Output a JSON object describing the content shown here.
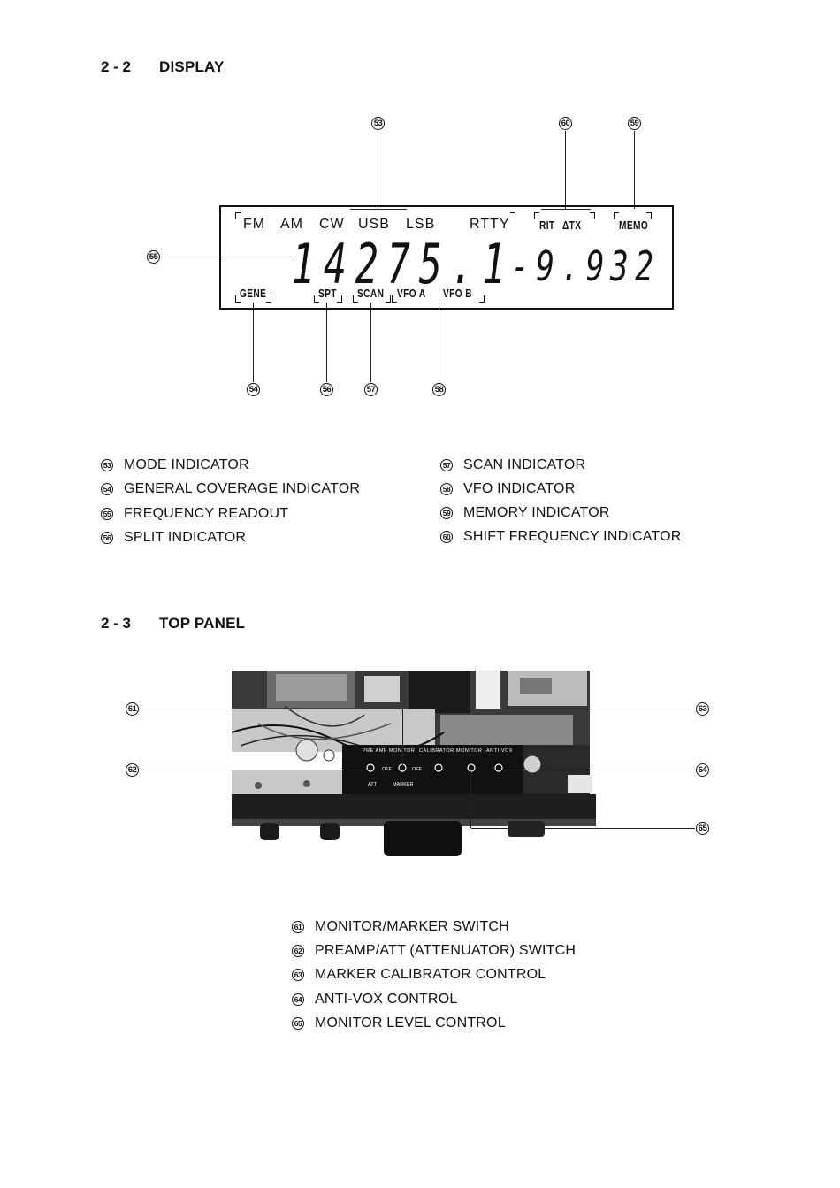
{
  "section_display": {
    "number": "2 - 2",
    "title": "DISPLAY"
  },
  "section_top": {
    "number": "2 - 3",
    "title": "TOP PANEL"
  },
  "lcd": {
    "modes": [
      "FM",
      "AM",
      "CW",
      "USB",
      "LSB",
      "RTTY"
    ],
    "rit": "RIT",
    "dtx": "ΔTX",
    "memo": "MEMO",
    "frequency": "14275.1",
    "shift": "-9.9",
    "channel": "32",
    "gene": "GENE",
    "spt": "SPT",
    "scan": "SCAN",
    "vfo_a": "VFO A",
    "vfo_b": "VFO B"
  },
  "callouts_display": {
    "c53": "53",
    "c54": "54",
    "c55": "55",
    "c56": "56",
    "c57": "57",
    "c58": "58",
    "c59": "59",
    "c60": "60"
  },
  "legend_display": [
    {
      "num": "53",
      "text": "MODE INDICATOR"
    },
    {
      "num": "54",
      "text": "GENERAL COVERAGE INDICATOR"
    },
    {
      "num": "55",
      "text": "FREQUENCY READOUT"
    },
    {
      "num": "56",
      "text": "SPLIT INDICATOR"
    },
    {
      "num": "57",
      "text": "SCAN INDICATOR"
    },
    {
      "num": "58",
      "text": "VFO INDICATOR"
    },
    {
      "num": "59",
      "text": "MEMORY INDICATOR"
    },
    {
      "num": "60",
      "text": "SHIFT FREQUENCY INDICATOR"
    }
  ],
  "panel_labels": {
    "pre_amp": "PRE AMP",
    "monitor": "MONITOR",
    "calibrator": "CALIBRATOR",
    "monitor2": "MONITOR",
    "anti_vox": "ANTI-VOX",
    "off1": "OFF",
    "off2": "OFF",
    "att": "ATT",
    "marker": "MARKER"
  },
  "callouts_top": {
    "c61": "61",
    "c62": "62",
    "c63": "63",
    "c64": "64",
    "c65": "65"
  },
  "legend_top": [
    {
      "num": "61",
      "text": "MONITOR/MARKER SWITCH"
    },
    {
      "num": "62",
      "text": "PREAMP/ATT (ATTENUATOR) SWITCH"
    },
    {
      "num": "63",
      "text": "MARKER CALIBRATOR CONTROL"
    },
    {
      "num": "64",
      "text": "ANTI-VOX CONTROL"
    },
    {
      "num": "65",
      "text": "MONITOR LEVEL CONTROL"
    }
  ]
}
